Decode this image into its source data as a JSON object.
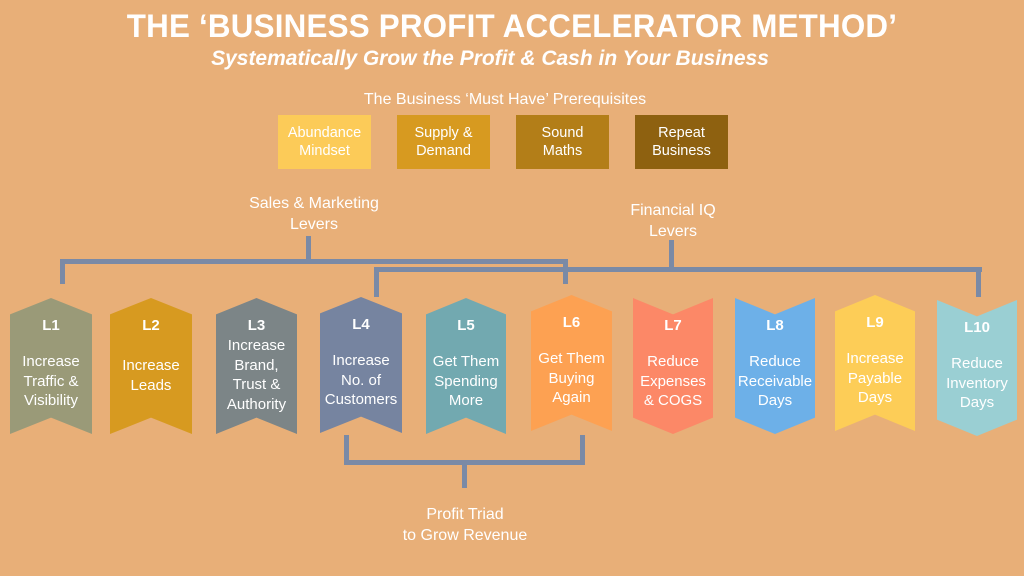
{
  "header": {
    "title": "THE ‘BUSINESS PROFIT ACCELERATOR METHOD’",
    "subtitle": "Systematically Grow the Profit & Cash in Your Business"
  },
  "prerequisites": {
    "heading": "The Business ‘Must Have’ Prerequisites",
    "items": [
      {
        "line1": "Abundance",
        "line2": "Mindset",
        "color": "#FCCB58"
      },
      {
        "line1": "Supply &",
        "line2": "Demand",
        "color": "#D79A20"
      },
      {
        "line1": "Sound",
        "line2": "Maths",
        "color": "#B37E18"
      },
      {
        "line1": "Repeat",
        "line2": "Business",
        "color": "#8E6110"
      }
    ]
  },
  "groups": {
    "sales_marketing": {
      "line1": "Sales & Marketing",
      "line2": "Levers"
    },
    "financial_iq": {
      "line1": "Financial IQ",
      "line2": "Levers"
    },
    "profit_triad": {
      "line1": "Profit Triad",
      "line2": "to Grow Revenue"
    }
  },
  "levers": [
    {
      "code": "L1",
      "lines": [
        "Increase",
        "Traffic &",
        "Visibility"
      ],
      "color": "#9A9A78"
    },
    {
      "code": "L2",
      "lines": [
        "Increase",
        "Leads"
      ],
      "color": "#D79A20"
    },
    {
      "code": "L3",
      "lines": [
        "Increase",
        "Brand,",
        "Trust &",
        "Authority"
      ],
      "color": "#7C8587"
    },
    {
      "code": "L4",
      "lines": [
        "Increase",
        "No. of",
        "Customers"
      ],
      "color": "#7684A0"
    },
    {
      "code": "L5",
      "lines": [
        "Get Them",
        "Spending",
        "More"
      ],
      "color": "#72A9B0"
    },
    {
      "code": "L6",
      "lines": [
        "Get Them",
        "Buying",
        "Again"
      ],
      "color": "#FDA152"
    },
    {
      "code": "L7",
      "lines": [
        "Reduce",
        "Expenses",
        "& COGS"
      ],
      "color": "#FC8867"
    },
    {
      "code": "L8",
      "lines": [
        "Reduce",
        "Receivable",
        "Days"
      ],
      "color": "#6DB0E8"
    },
    {
      "code": "L9",
      "lines": [
        "Increase",
        "Payable",
        "Days"
      ],
      "color": "#FDCD57"
    },
    {
      "code": "L10",
      "lines": [
        "Reduce",
        "Inventory",
        "Days"
      ],
      "color": "#9ACFD3"
    }
  ],
  "colors": {
    "background": "#E8AF78",
    "connector": "#7A8AA6"
  }
}
